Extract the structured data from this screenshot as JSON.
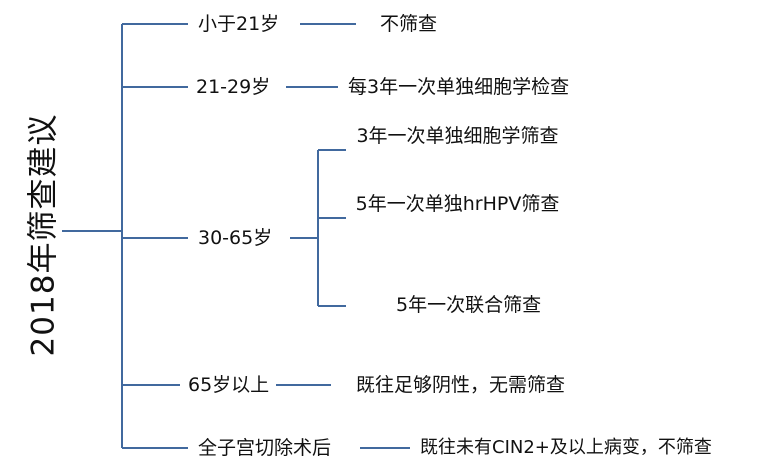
{
  "title": "2018年筛查建议",
  "colors": {
    "line": "#41699e",
    "text": "#111111"
  },
  "age_groups": [
    {
      "label": "小于21岁",
      "recommendations": [
        "不筛查"
      ]
    },
    {
      "label": "21-29岁",
      "recommendations": [
        "每3年一次单独细胞学检查"
      ]
    },
    {
      "label": "30-65岁",
      "recommendations": [
        "3年一次单独细胞学筛查",
        "5年一次单独hrHPV筛查",
        "5年一次联合筛查"
      ]
    },
    {
      "label": "65岁以上",
      "recommendations": [
        "既往足够阴性，无需筛查"
      ]
    },
    {
      "label": "全子宫切除术后",
      "recommendations": [
        "既往未有CIN2+及以上病变，不筛查"
      ]
    }
  ]
}
